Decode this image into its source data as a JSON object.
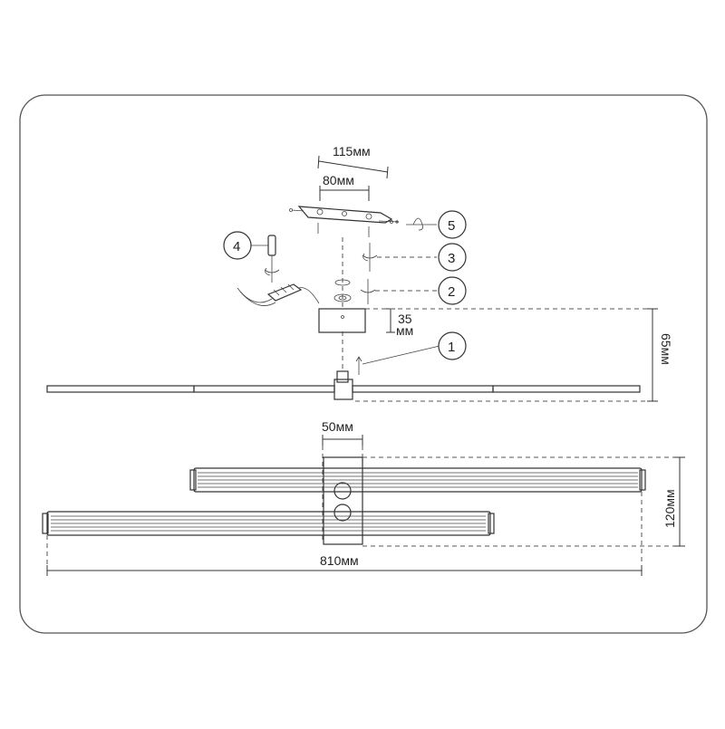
{
  "dimensions": {
    "plate_overall": "115мм",
    "plate_holes": "80мм",
    "box_height": "35",
    "box_height_unit": "мм",
    "overall_height": "65мм",
    "box_width": "50мм",
    "overall_depth": "120мм",
    "overall_length": "810мм"
  },
  "callouts": [
    "1",
    "2",
    "3",
    "4",
    "5"
  ],
  "icons": [
    "screwdriver-icon",
    "screw-icon",
    "hook-icon",
    "terminal-block-icon",
    "rotation-arrow-icon"
  ]
}
